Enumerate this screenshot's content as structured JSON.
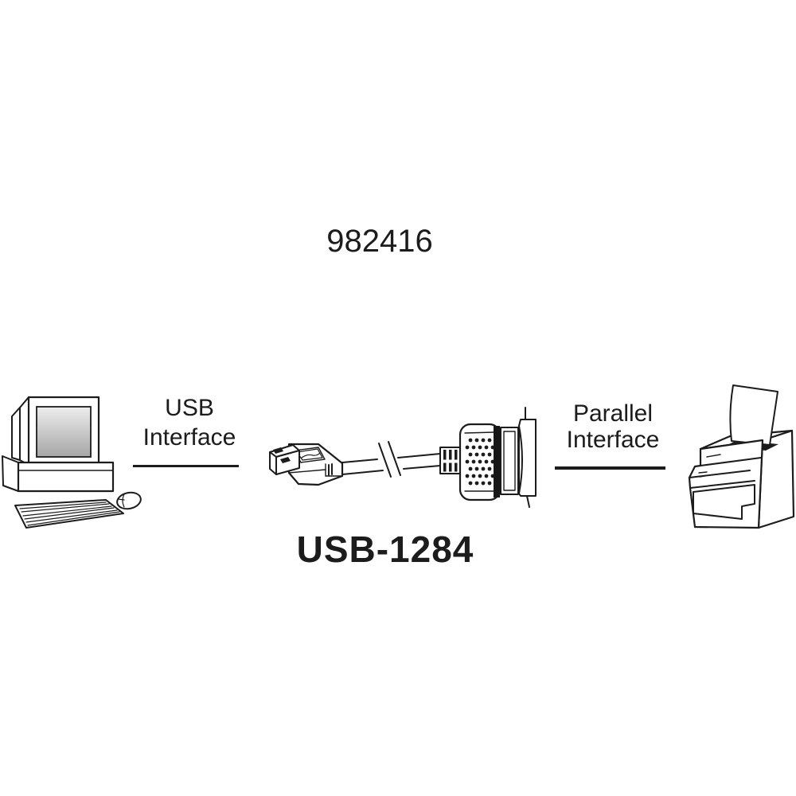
{
  "title": "982416",
  "product_label": "USB-1284",
  "left_interface": {
    "line1": "USB",
    "line2": "Interface"
  },
  "right_interface": {
    "line1": "Parallel",
    "line2": "Interface"
  },
  "diagram": {
    "computer_icon": "desktop-computer-icon",
    "cable_icon": "usb-to-parallel-adapter-cable-icon",
    "printer_icon": "printer-icon"
  },
  "colors": {
    "outline": "#1c1c1c",
    "background": "#ffffff",
    "printer_side_shade": "#d8d8d8",
    "screen_top": "#ededed",
    "screen_bottom": "#a6a6a6",
    "connector_band": "#171717",
    "slot_fill": "#1c1c1c"
  }
}
